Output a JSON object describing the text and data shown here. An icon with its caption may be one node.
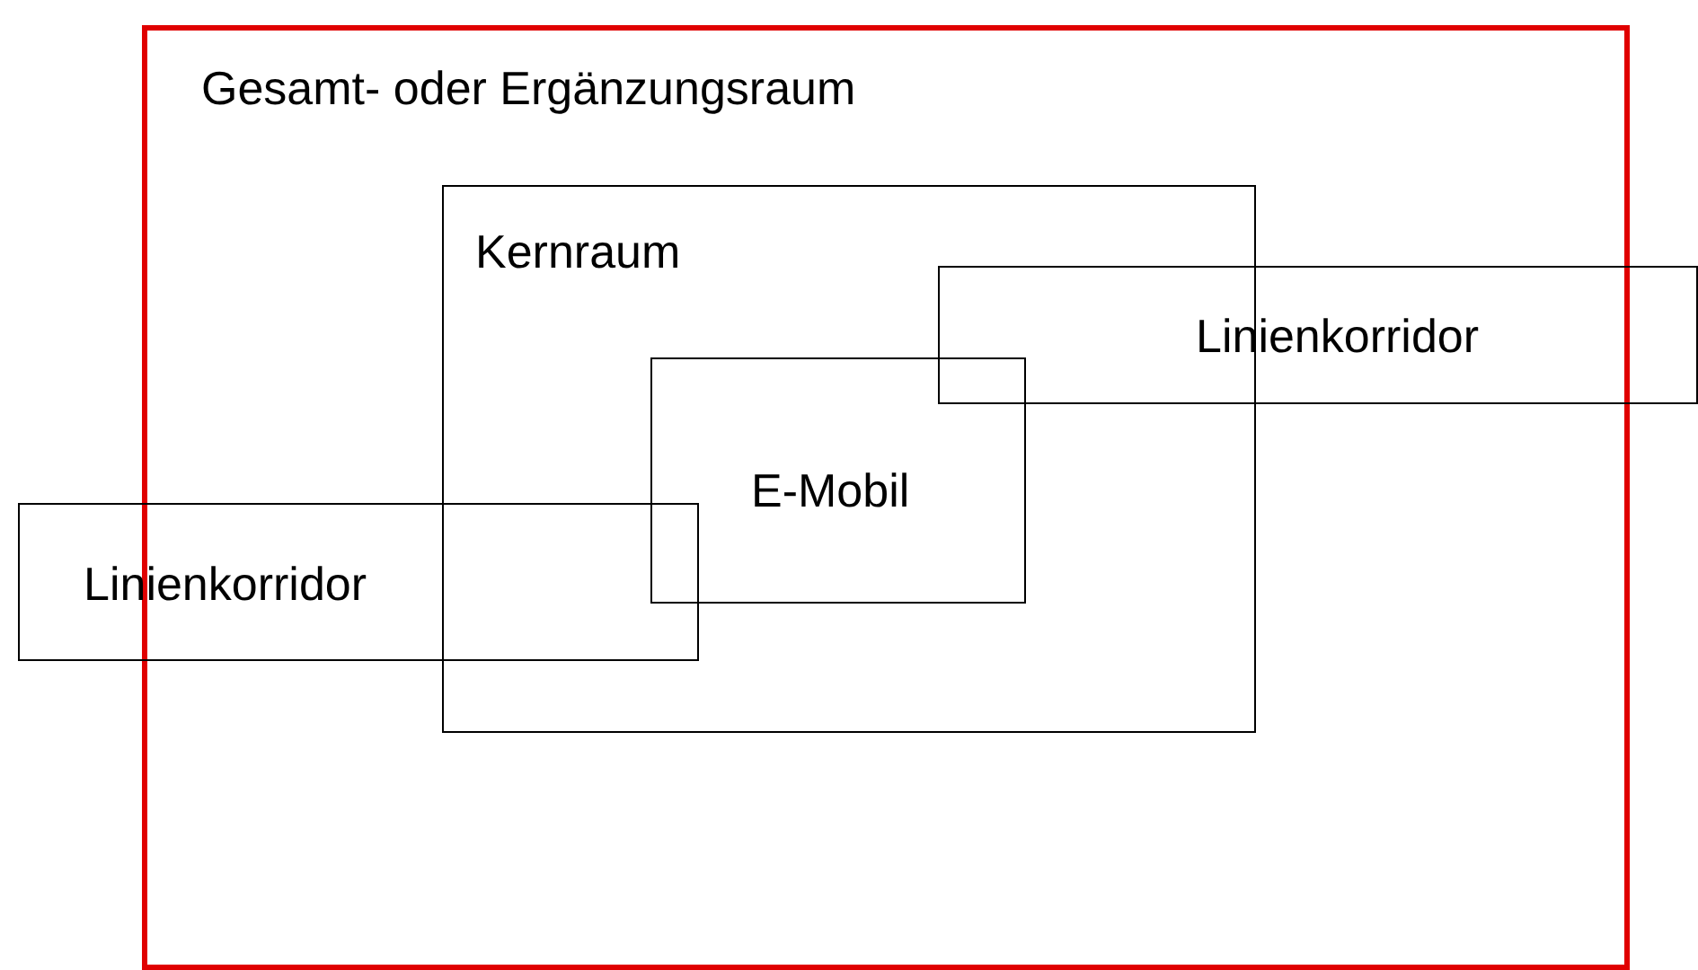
{
  "diagram": {
    "nodes": [
      {
        "text": [
          "Gesamt- oder Ergänzungsraum"
        ]
      },
      {
        "text": [
          "Kernraum"
        ],
        "in": 0
      },
      {
        "text": [
          "E-Mobil"
        ],
        "in": 1
      },
      {
        "text": [
          "Linienkorridor"
        ]
      },
      {
        "text": [
          "Linienkorridor"
        ]
      }
    ]
  }
}
